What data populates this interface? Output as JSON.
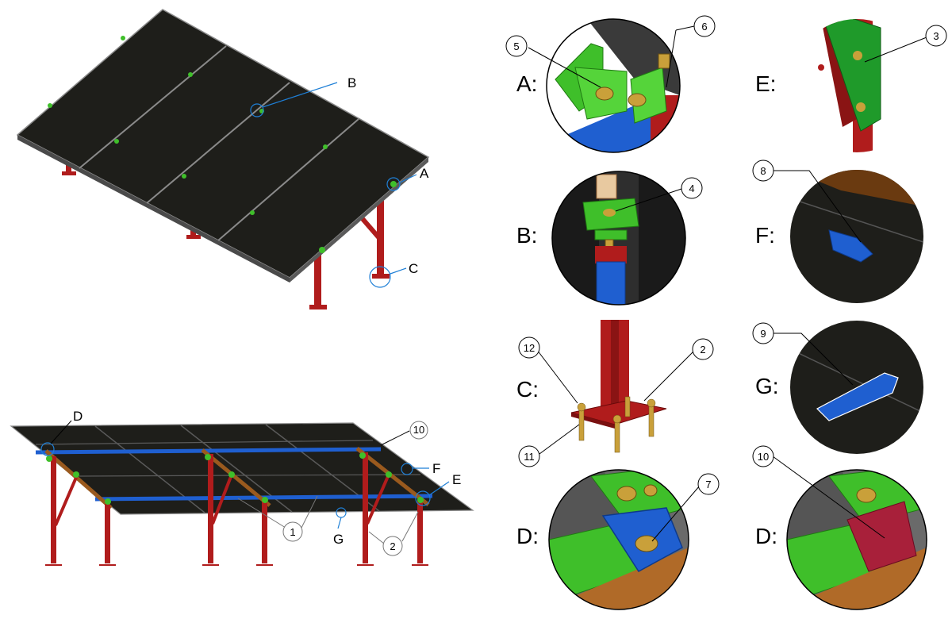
{
  "overview_top": {
    "callouts": [
      "B",
      "A",
      "C"
    ]
  },
  "overview_bottom": {
    "callouts": [
      "D",
      "10",
      "F",
      "E",
      "1",
      "G",
      "2"
    ]
  },
  "details": [
    {
      "id": "A",
      "label": "A:",
      "parts": [
        "5",
        "6"
      ]
    },
    {
      "id": "E",
      "label": "E:",
      "parts": [
        "3"
      ]
    },
    {
      "id": "B",
      "label": "B:",
      "parts": [
        "4"
      ]
    },
    {
      "id": "F",
      "label": "F:",
      "parts": [
        "8"
      ]
    },
    {
      "id": "C",
      "label": "C:",
      "parts": [
        "12",
        "2",
        "11"
      ]
    },
    {
      "id": "G",
      "label": "G:",
      "parts": [
        "9"
      ]
    },
    {
      "id": "D1",
      "label": "D:",
      "parts": [
        "7"
      ]
    },
    {
      "id": "D2",
      "label": "D:",
      "parts": [
        "10"
      ]
    }
  ],
  "colors": {
    "panel": "#1e1e1a",
    "panel_edge": "#8a8a8a",
    "leg": "#b01c1c",
    "leg_dark": "#7a1010",
    "clamp": "#3fbf2a",
    "rail": "#1f5fd0",
    "brace": "#9a5a1e",
    "bolt": "#c9a03a",
    "callout_line": "#1e7fd6"
  }
}
